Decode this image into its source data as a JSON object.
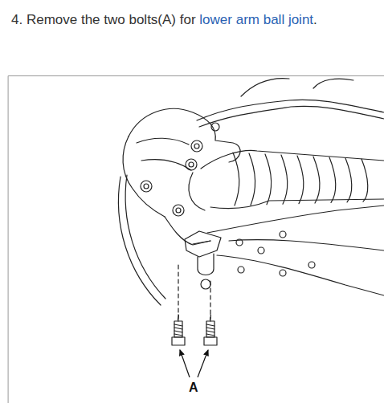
{
  "diagram": {
    "labels": [
      "4. Remove the two bolts(A) for",
      "lower arm ball joint",
      ".",
      "A"
    ]
  }
}
